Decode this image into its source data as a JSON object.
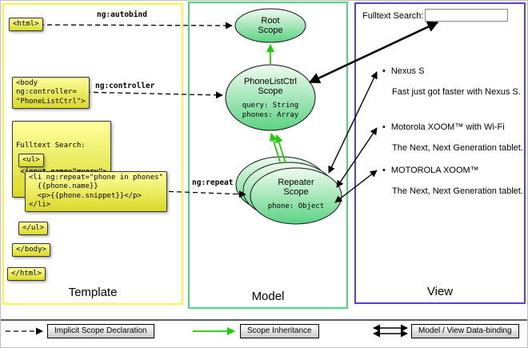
{
  "colors": {
    "template_border": "#f6f63c",
    "model_border": "#4ad97f",
    "view_border": "#5a3fd6",
    "inheritance_green": "#1ecc00",
    "code_bg_top": "#ffff9e",
    "code_bg_bottom": "#d9d929"
  },
  "panels": {
    "template_label": "Template",
    "model_label": "Model",
    "view_label": "View"
  },
  "template": {
    "html_open": "<html>",
    "body_open": "<body\nng:controller=\n\"PhoneListCtrl\">",
    "fulltext_label": "Fulltext Search:",
    "fulltext_input": " <input name=\"query\">",
    "ul_open": "<ul>",
    "li_repeat": "<li ng:repeat=\"phone in phones\"\n  {{phone.name}}\n  <p>{{phone.snippet}}</p>\n</li>",
    "ul_close": "</ul>",
    "body_close": "</body>",
    "html_close": "</html>"
  },
  "model": {
    "root_scope_title": "Root\nScope",
    "phonelist_title": "PhoneListCtrl\nScope",
    "phonelist_prop_query": "query: String",
    "phonelist_prop_phones": "phones: Array",
    "repeater_title": "Repeater\nScope",
    "repeater_prop_phone": "phone: Object"
  },
  "arrow_labels": {
    "autobind": "ng:autobind",
    "controller": "ng:controller",
    "repeat": "ng:repeat"
  },
  "view": {
    "search_label": "Fulltext Search:",
    "search_value": "",
    "bullet": "•",
    "items": [
      {
        "title": "Nexus S",
        "desc": "Fast just got faster with Nexus S."
      },
      {
        "title": "Motorola XOOM™ with Wi-Fi",
        "desc": "The Next, Next Generation tablet."
      },
      {
        "title": "MOTOROLA XOOM™",
        "desc": "The Next, Next Generation tablet."
      }
    ]
  },
  "legend": {
    "implicit_label": "Implicit Scope Declaration",
    "inheritance_label": "Scope Inheritance",
    "binding_label": "Model / View Data-binding"
  }
}
